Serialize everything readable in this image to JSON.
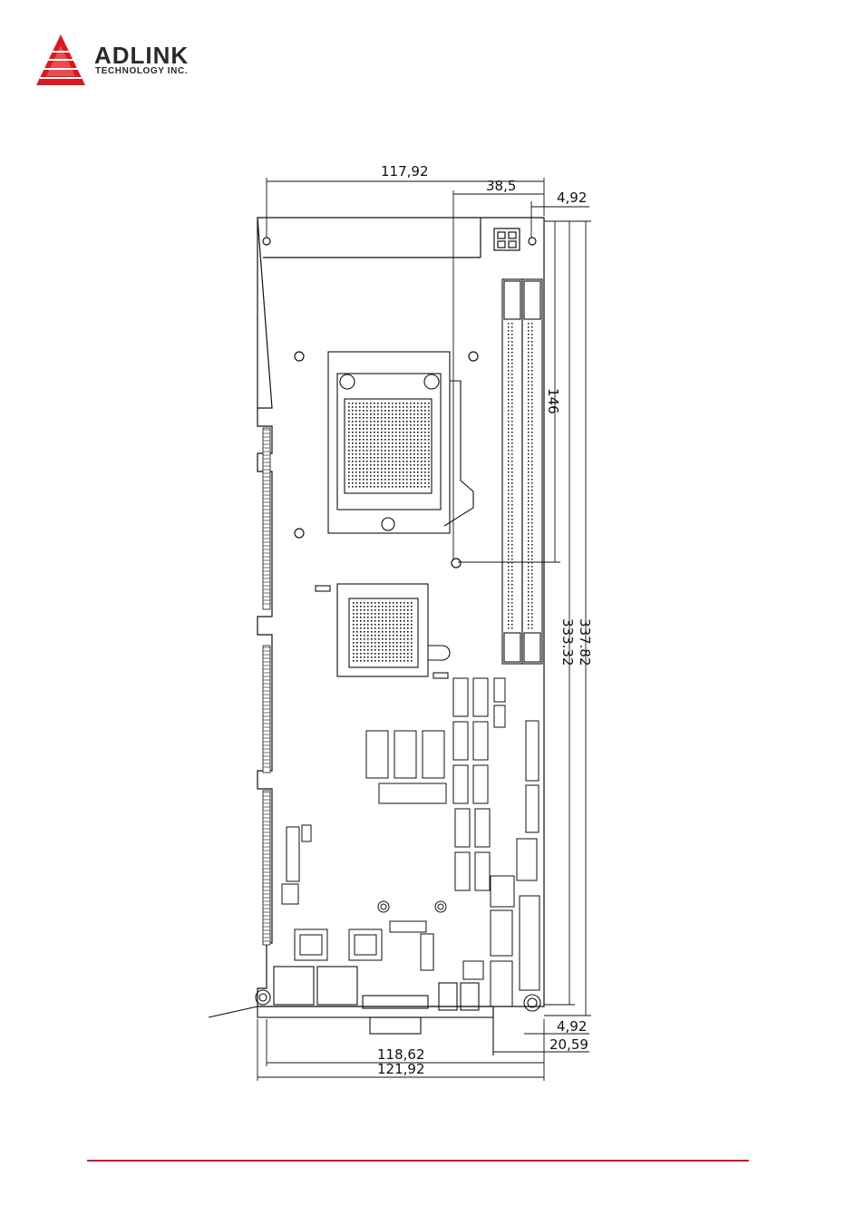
{
  "header": {
    "brand_name": "ADLINK",
    "brand_sub": "TECHNOLOGY INC.",
    "brand_color": "#d71920"
  },
  "diagram": {
    "dimensions": {
      "top_width": "117,92",
      "top_offset": "38,5",
      "top_right_small": "4,92",
      "height_146": "146",
      "height_337": "337.82",
      "height_333": "333.32",
      "bottom_right_small": "4,92",
      "bottom_bracket": "20,59",
      "bottom_width_1": "118,62",
      "bottom_width_2": "121,92"
    }
  },
  "footer": {
    "line_color": "#c8102e"
  }
}
